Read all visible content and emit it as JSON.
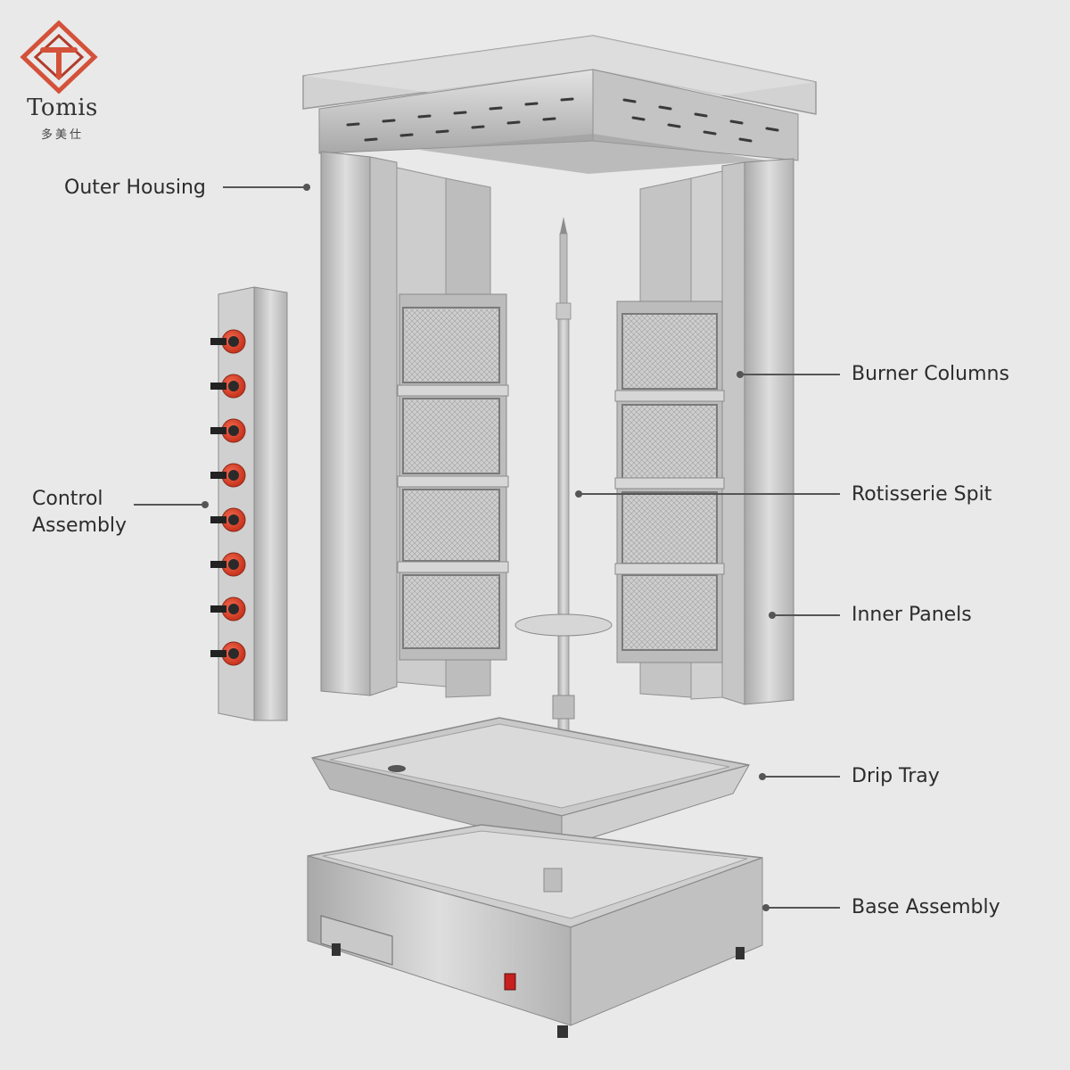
{
  "brand": {
    "name": "Tomis",
    "chinese": "多美仕",
    "accent_color": "#d4513a",
    "logo_icon": "tomis-logo-icon"
  },
  "callouts": {
    "outer_housing": "Outer Housing",
    "control_assembly": "Control\nAssembly",
    "burner_columns": "Burner Columns",
    "rotisserie_spit": "Rotisserie Spit",
    "inner_panels": "Inner Panels",
    "drip_tray": "Drip Tray",
    "base_assembly": "Base Assembly"
  },
  "control_knobs": {
    "count": 8,
    "knob_color": "#e2472f"
  },
  "colors": {
    "steel_light": "#d6d6d6",
    "steel_mid": "#b9b9b9",
    "steel_dark": "#8e8e8e",
    "switch_red": "#c81f1f"
  }
}
